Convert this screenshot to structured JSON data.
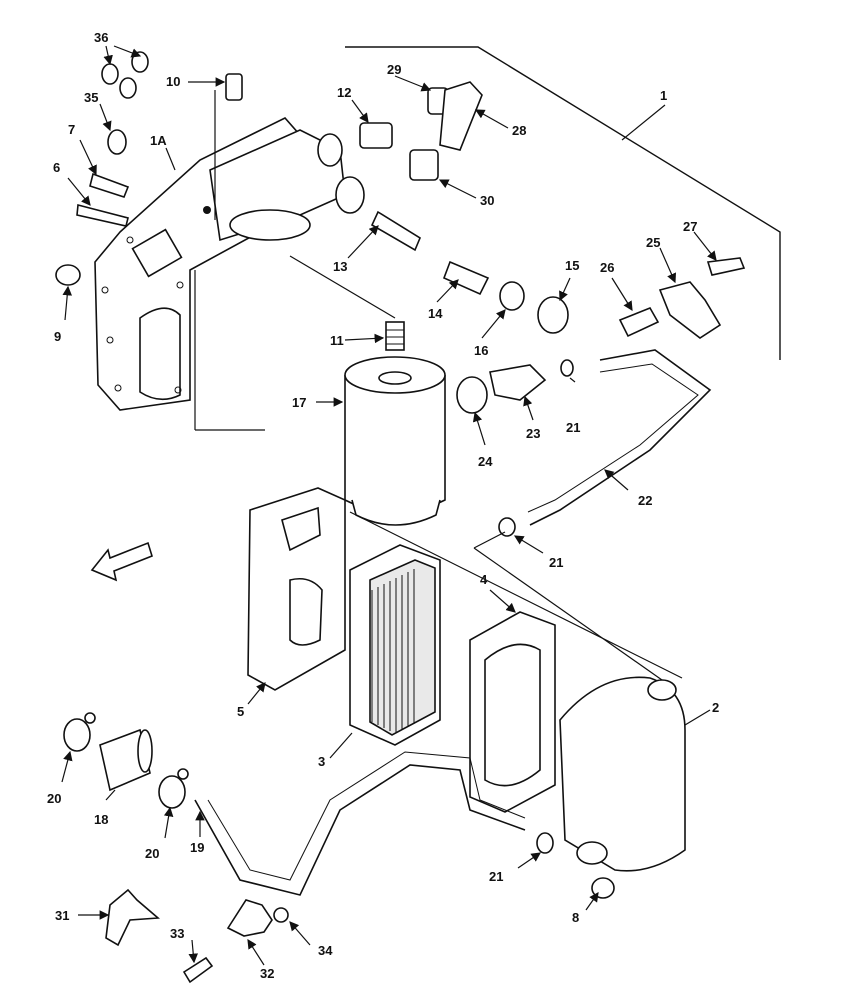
{
  "callouts": {
    "c1": "1",
    "c1a": "1A",
    "c2": "2",
    "c3": "3",
    "c4": "4",
    "c5": "5",
    "c6": "6",
    "c7": "7",
    "c8": "8",
    "c9": "9",
    "c10": "10",
    "c11": "11",
    "c12": "12",
    "c13": "13",
    "c14": "14",
    "c15": "15",
    "c16": "16",
    "c17": "17",
    "c18": "18",
    "c19": "19",
    "c20a": "20",
    "c20b": "20",
    "c21a": "21",
    "c21b": "21",
    "c21c": "21",
    "c22": "22",
    "c23": "23",
    "c24": "24",
    "c25": "25",
    "c26": "26",
    "c27": "27",
    "c28": "28",
    "c29": "29",
    "c30": "30",
    "c31": "31",
    "c32": "32",
    "c33": "33",
    "c34": "34",
    "c35": "35",
    "c36": "36"
  }
}
